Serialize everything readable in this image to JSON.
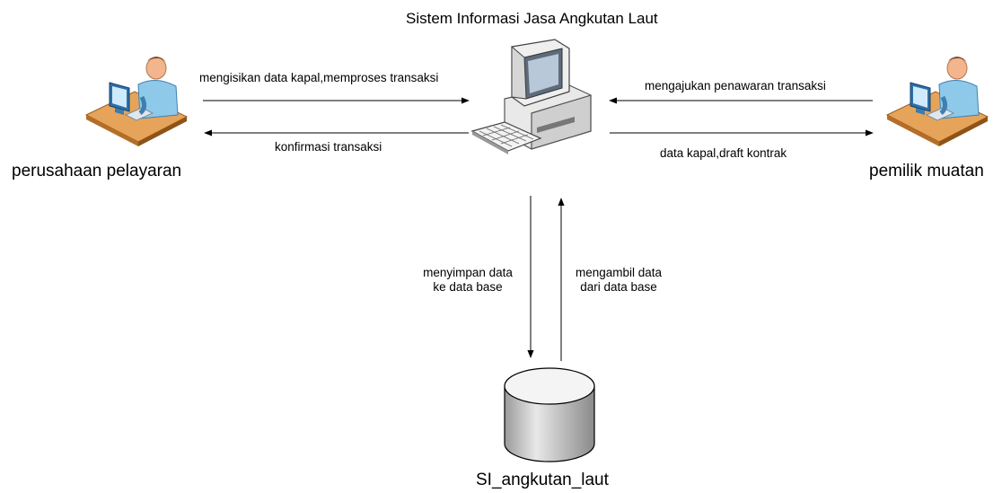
{
  "title": "Sistem Informasi Jasa Angkutan Laut",
  "actors": {
    "left": {
      "label": "perusahaan pelayaran",
      "icon": "user-at-computer-icon"
    },
    "right": {
      "label": "pemilik muatan",
      "icon": "user-at-computer-icon"
    },
    "center": {
      "icon": "desktop-computer-icon"
    },
    "database": {
      "label": "SI_angkutan_laut",
      "icon": "database-cylinder-icon"
    }
  },
  "flows": {
    "left_to_center": "mengisikan data kapal,memproses transaksi",
    "center_to_left": "konfirmasi transaksi",
    "right_to_center": "mengajukan penawaran transaksi",
    "center_to_right": "data kapal,draft kontrak",
    "to_db_line1": "menyimpan data",
    "to_db_line2": "ke data base",
    "from_db_line1": "mengambil data",
    "from_db_line2": "dari data base"
  }
}
